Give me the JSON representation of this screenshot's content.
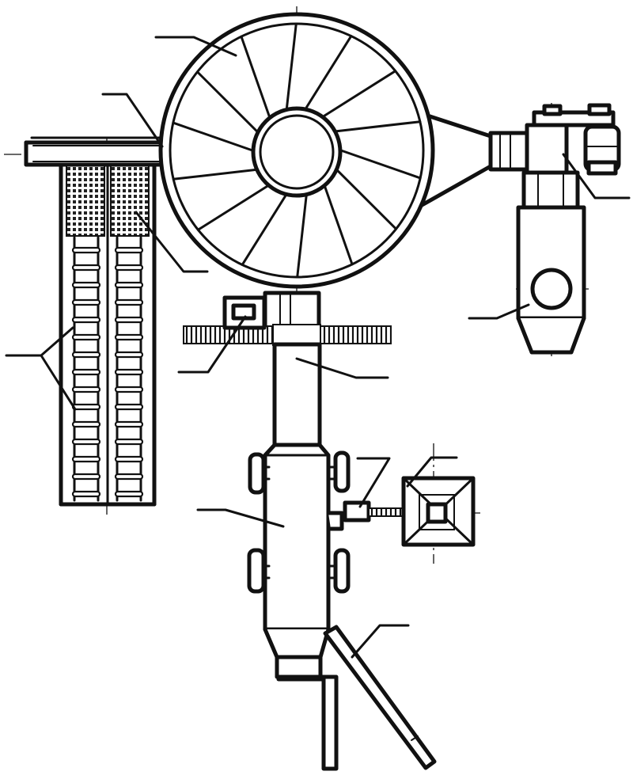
{
  "diagram": {
    "type": "technical-line-drawing",
    "colors": {
      "ink": "#111111",
      "paper": "#ffffff"
    },
    "parts": [
      "large-wheel",
      "upper-conveyor-trough",
      "twin-vertical-columns",
      "funnel-hopper-housing",
      "drive-motor",
      "vertical-casing",
      "rotary-gear-turntable",
      "central-shaft-column",
      "lower-body-with-rollers",
      "auxiliary-square-unit",
      "discharge-chute",
      "inclined-outlet-pipe"
    ],
    "leader_lines": 12
  }
}
